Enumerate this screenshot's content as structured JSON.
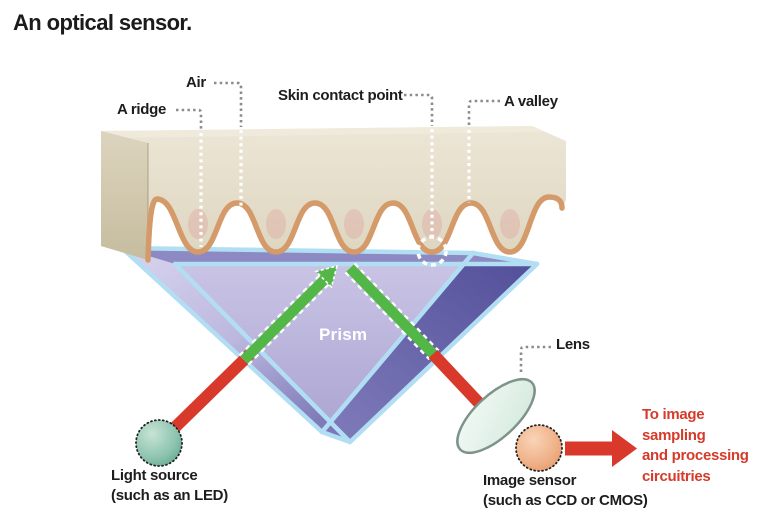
{
  "title": "An optical sensor.",
  "labels": {
    "ridge": "A ridge",
    "air": "Air",
    "skin_contact": "Skin contact point",
    "valley": "A valley",
    "prism": "Prism",
    "lens": "Lens",
    "light_source": "Light source\n(such as an LED)",
    "image_sensor": "Image sensor\n(such as CCD or CMOS)",
    "output": "To image\nsampling\nand processing\ncircuitries"
  },
  "colors": {
    "skin_face": "#e4ddca",
    "skin_top": "#f0ebdc",
    "skin_side": "#cfc6ab",
    "wave_stroke": "#d49a6a",
    "prism_edge": "#b2def4",
    "prism_front_top": "#c9c4e5",
    "prism_front_bottom": "#aaa3d1",
    "prism_band": "#8d89c2",
    "prism_navy": "#524f9a",
    "green": "#53b748",
    "red": "#d8392b",
    "red_text": "#d63a2a",
    "leader_gray": "#8c8c8c",
    "light_source_fill": "#7fb7a2",
    "lens_fill": "#e3f1e8",
    "lens_stroke": "#7e938b",
    "image_sensor_fill": "#eca276",
    "text_black": "#1f1c1d"
  }
}
